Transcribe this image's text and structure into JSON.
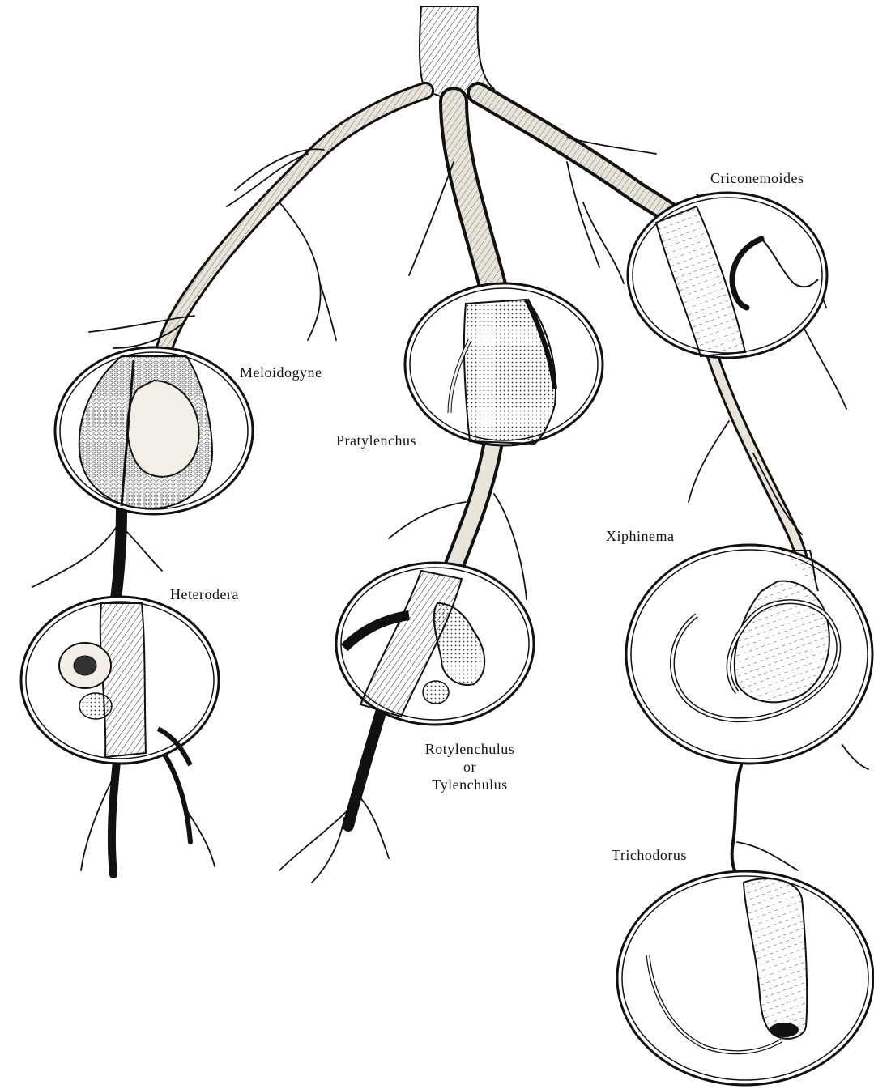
{
  "figure": {
    "labels": {
      "meloidogyne": "Meloidogyne",
      "pratylenchus": "Pratylenchus",
      "criconemoides": "Criconemoides",
      "heterodera": "Heterodera",
      "rotylenchulus": "Rotylenchulus",
      "or": "or",
      "tylenchulus": "Tylenchulus",
      "xiphinema": "Xiphinema",
      "trichodorus": "Trichodorus"
    },
    "colors": {
      "ink": "#111111",
      "root_fill": "#e9e4da",
      "gall_fill": "#f3efe6",
      "background": "#ffffff"
    }
  }
}
